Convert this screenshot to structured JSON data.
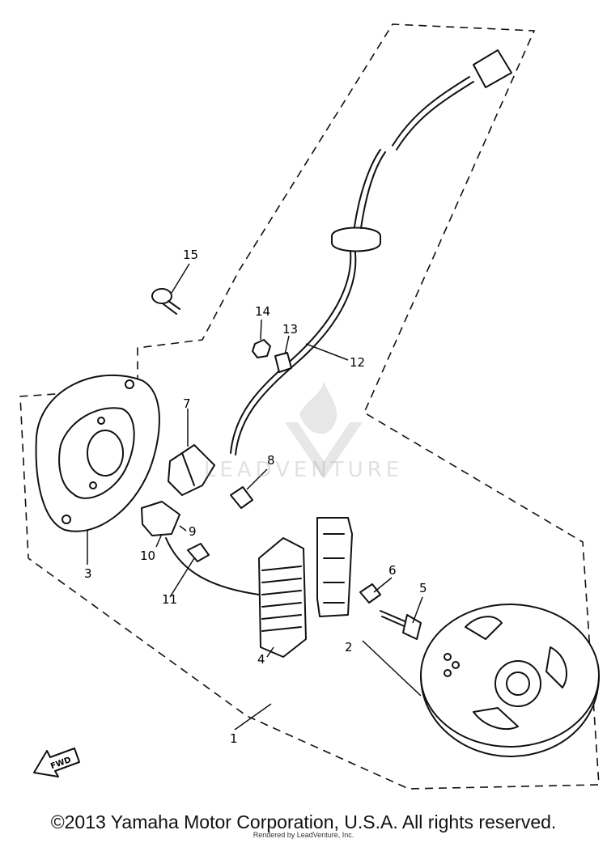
{
  "callouts": {
    "c1": "1",
    "c2": "2",
    "c3": "3",
    "c4": "4",
    "c5": "5",
    "c6": "6",
    "c7": "7",
    "c8": "8",
    "c9": "9",
    "c10": "10",
    "c11": "11",
    "c12": "12",
    "c13": "13",
    "c14": "14",
    "c15": "15"
  },
  "fwd_label": "FWD",
  "watermark_text": "LEADVENTURE",
  "footer": {
    "copyright": "©2013 Yamaha Motor Corporation, U.S.A. All rights reserved.",
    "rendered_by": "Rendered by LeadVenture, Inc."
  }
}
